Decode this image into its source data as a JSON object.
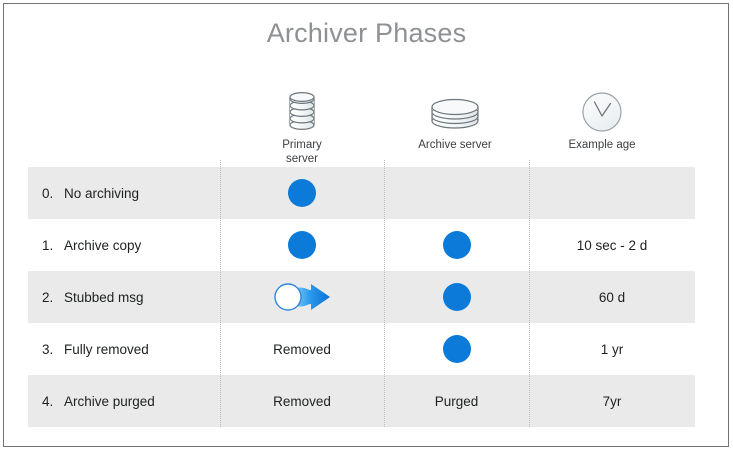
{
  "title": "Archiver Phases",
  "colors": {
    "title": "#8e9294",
    "accent_blue": "#0b7ad8",
    "row_shaded": "#eaeaea",
    "row_plain": "#ffffff",
    "frame_border": "#6e7477",
    "divider": "#b9bdbf",
    "icon_stroke": "#6d777c"
  },
  "headers": [
    {
      "id": "primary-server",
      "icon": "database-cylinder-tall-icon",
      "label": "Primary server"
    },
    {
      "id": "archive-server",
      "icon": "database-cylinder-short-icon",
      "label": "Archive server"
    },
    {
      "id": "example-age",
      "icon": "clock-icon",
      "label": "Example age"
    }
  ],
  "rows": [
    {
      "number": "0.",
      "phase": "No archiving",
      "primary": {
        "kind": "dot",
        "text": ""
      },
      "archive": {
        "kind": "none",
        "text": ""
      },
      "age": {
        "kind": "none",
        "text": ""
      },
      "shaded": true
    },
    {
      "number": "1.",
      "phase": "Archive copy",
      "primary": {
        "kind": "dot",
        "text": ""
      },
      "archive": {
        "kind": "dot",
        "text": ""
      },
      "age": {
        "kind": "text",
        "text": "10 sec - 2 d"
      },
      "shaded": false
    },
    {
      "number": "2.",
      "phase": "Stubbed msg",
      "primary": {
        "kind": "stub-arrow",
        "text": ""
      },
      "archive": {
        "kind": "dot",
        "text": ""
      },
      "age": {
        "kind": "text",
        "text": "60 d"
      },
      "shaded": true
    },
    {
      "number": "3.",
      "phase": "Fully removed",
      "primary": {
        "kind": "text",
        "text": "Removed"
      },
      "archive": {
        "kind": "dot",
        "text": ""
      },
      "age": {
        "kind": "text",
        "text": "1 yr"
      },
      "shaded": false
    },
    {
      "number": "4.",
      "phase": "Archive purged",
      "primary": {
        "kind": "text",
        "text": "Removed"
      },
      "archive": {
        "kind": "text",
        "text": "Purged"
      },
      "age": {
        "kind": "text",
        "text": "7yr"
      },
      "shaded": true
    }
  ]
}
